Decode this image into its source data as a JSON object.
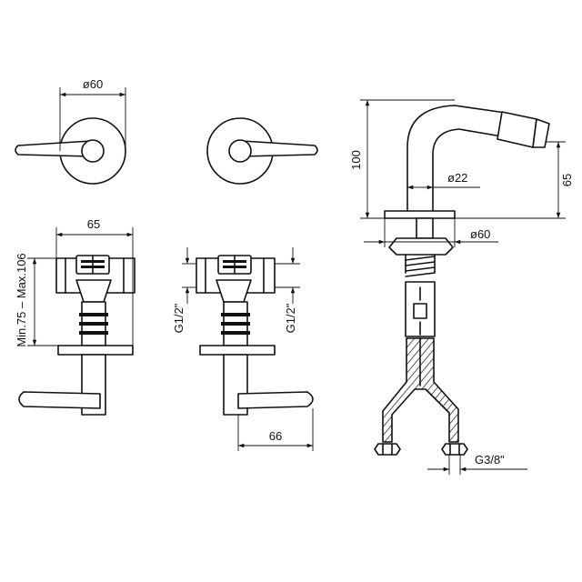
{
  "dimensions": {
    "left_rosette_diameter": "ø60",
    "left_body_width": "65",
    "left_wall_depth": "Min.75 – Max.106",
    "right_valve_thread_left": "G1/2\"",
    "right_valve_thread_right": "G1/2\"",
    "right_lever_length": "66",
    "spout_height": "100",
    "spout_outlet_height": "65",
    "spout_tube_diameter": "ø22",
    "spout_base_diameter": "ø60",
    "hose_connection_thread": "G3/8\""
  }
}
